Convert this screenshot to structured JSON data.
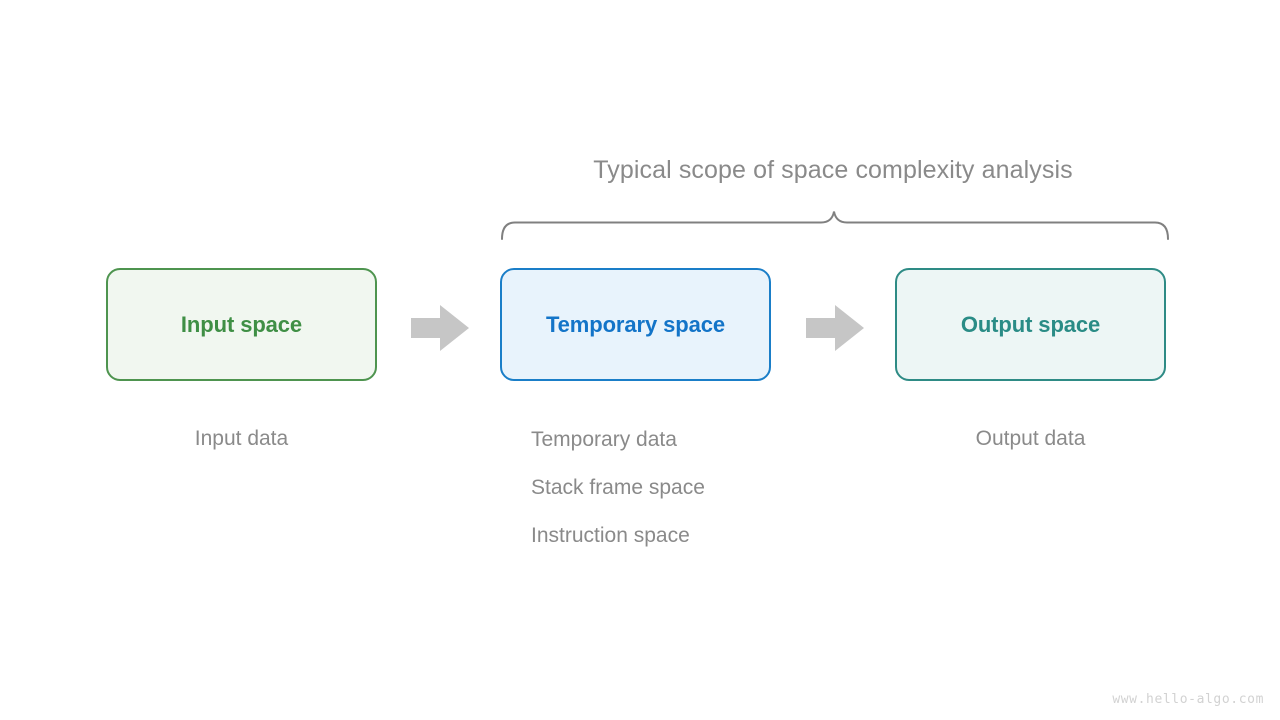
{
  "diagram": {
    "title": "Typical scope of space complexity analysis",
    "background_color": "#ffffff",
    "brace": {
      "name": "scope-brace",
      "color": "#808080"
    },
    "boxes": [
      {
        "label": "Input space",
        "border_color": "#4e944f",
        "fill_color": "#f1f7f0",
        "text_color": "#3f8f45"
      },
      {
        "label": "Temporary space",
        "border_color": "#1a7ec8",
        "fill_color": "#e8f3fc",
        "text_color": "#1374c8"
      },
      {
        "label": "Output space",
        "border_color": "#2e8b85",
        "fill_color": "#edf6f5",
        "text_color": "#2a8c86"
      }
    ],
    "arrows": [
      {
        "name": "arrow-input-to-temporary",
        "color": "#c6c6c6"
      },
      {
        "name": "arrow-temporary-to-output",
        "color": "#c6c6c6"
      }
    ],
    "captions": {
      "input": [
        "Input data"
      ],
      "temporary": [
        "Temporary data",
        "Stack frame space",
        "Instruction space"
      ],
      "output": [
        "Output data"
      ],
      "text_color": "#8a8a8a"
    },
    "footer": {
      "url": "www.hello-algo.com",
      "color": "#d2d2d2"
    }
  }
}
